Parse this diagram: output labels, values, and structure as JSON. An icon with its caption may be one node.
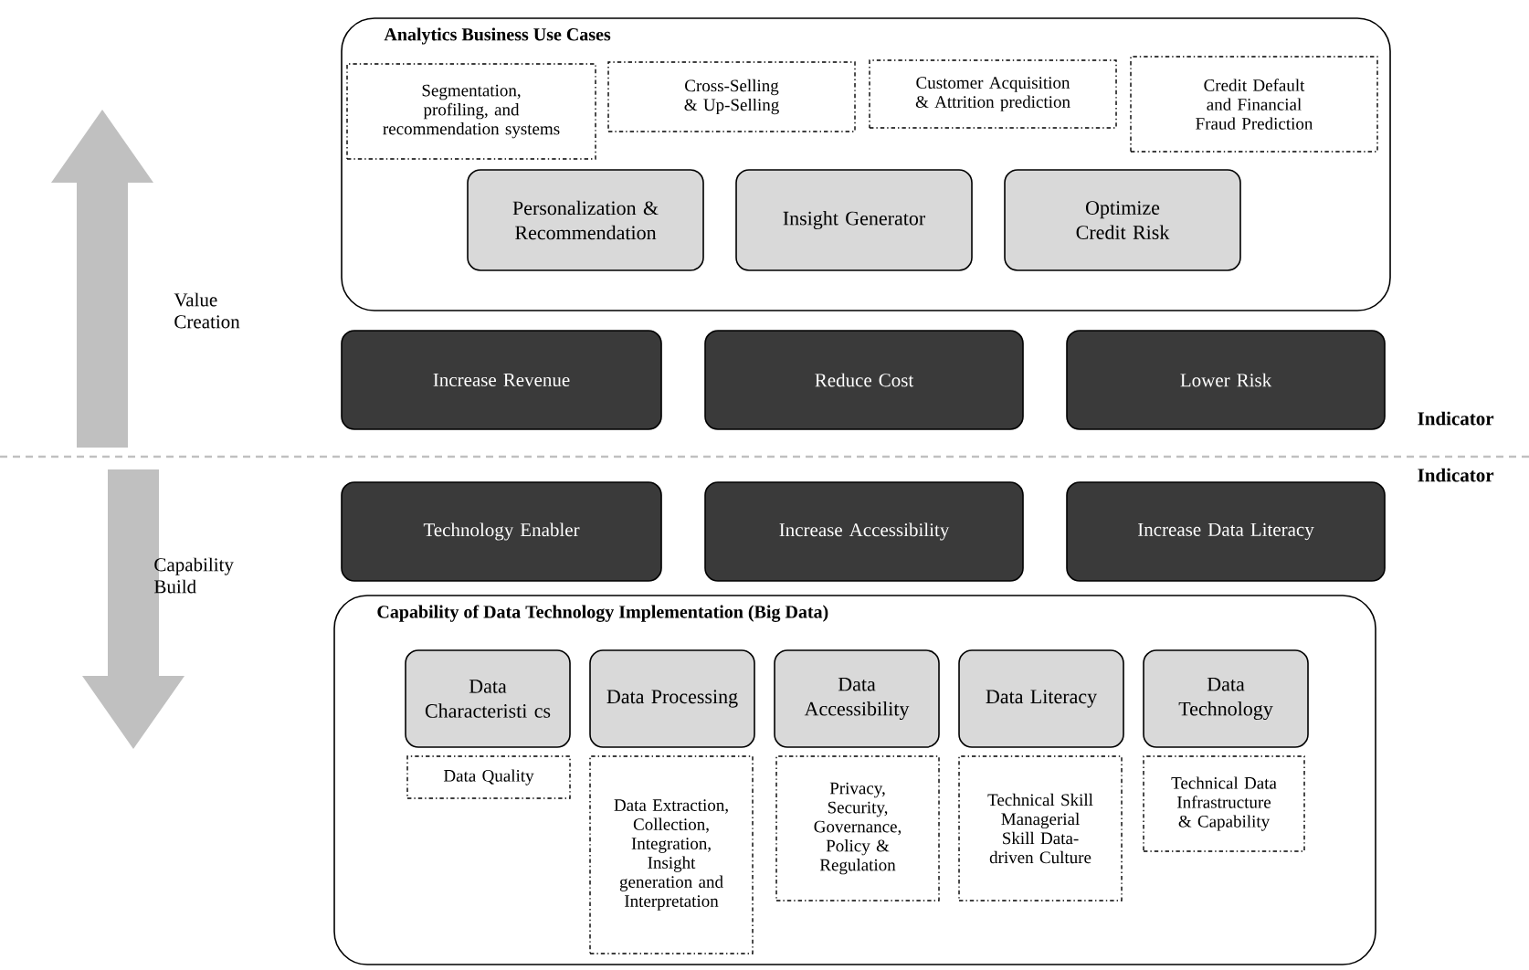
{
  "diagram": {
    "nodes": [
      {
        "text": [
          "Analytics Business Use Cases"
        ]
      },
      {
        "text": [
          "Segmentation, profiling, and recommendation systems"
        ],
        "in": 0
      },
      {
        "text": [
          "Cross-Selling & Up-Selling"
        ],
        "in": 0
      },
      {
        "text": [
          "Customer Acquisition & Attrition prediction"
        ],
        "in": 0
      },
      {
        "text": [
          "Credit Default and Financial Fraud Prediction"
        ],
        "in": 0
      },
      {
        "text": [
          "Personalization & Recommendation"
        ],
        "in": 0
      },
      {
        "text": [
          "Insight Generator"
        ],
        "in": 0
      },
      {
        "text": [
          "Optimize Credit Risk"
        ],
        "in": 0
      },
      {
        "text": [
          "Increase Revenue"
        ]
      },
      {
        "text": [
          "Reduce Cost"
        ]
      },
      {
        "text": [
          "Lower Risk"
        ]
      },
      {
        "text": [
          "Technology Enabler"
        ]
      },
      {
        "text": [
          "Increase Accessibility"
        ]
      },
      {
        "text": [
          "Increase Data Literacy"
        ]
      },
      {
        "text": [
          "Capability of Data Technology Implementation (Big Data)"
        ]
      },
      {
        "text": [
          "Data Characteristi cs"
        ],
        "in": 14
      },
      {
        "text": [
          "Data Processing"
        ],
        "in": 14
      },
      {
        "text": [
          "Data Accessibility"
        ],
        "in": 14
      },
      {
        "text": [
          "Data Literacy"
        ],
        "in": 14
      },
      {
        "text": [
          "Data Technology"
        ],
        "in": 14
      },
      {
        "text": [
          "Data Quality"
        ],
        "in": 14
      },
      {
        "text": [
          "Data Extraction, Collection, Integration, Insight generation and Interpretation"
        ],
        "in": 14
      },
      {
        "text": [
          "Privacy, Security, Governance, Policy & Regulation"
        ],
        "in": 14
      },
      {
        "text": [
          "Technical Skill Managerial Skill Data-driven Culture"
        ],
        "in": 14
      },
      {
        "text": [
          "Technical Data Infrastructure & Capability"
        ],
        "in": 14
      }
    ],
    "edges": [],
    "labels": [
      "Value Creation",
      "Indicator",
      "Indicator",
      "Capability Build"
    ]
  }
}
